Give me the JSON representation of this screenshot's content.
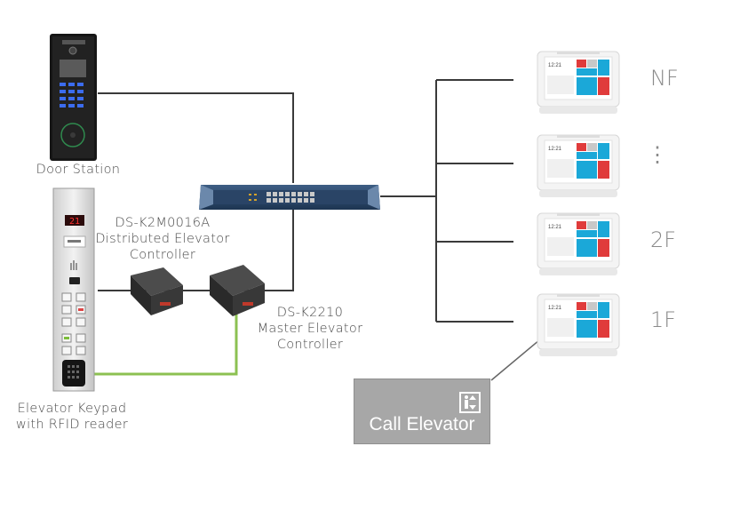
{
  "devices": {
    "door_station": "Door Station",
    "distributed_controller": [
      "DS-K2M0016A",
      "Distributed  Elevator",
      "Controller"
    ],
    "master_controller": [
      "DS-K2210",
      "Master  Elevator",
      "Controller"
    ],
    "keypad": [
      "Elevator Keypad",
      "with RFID reader"
    ]
  },
  "floors": [
    "NF",
    "⋮",
    "2F",
    "1F"
  ],
  "monitor_screen": {
    "time": "12:21",
    "floor_digits": "21"
  },
  "call_elevator": {
    "label": "Call Elevator",
    "icon": "elevator-icon"
  },
  "colors": {
    "network_line": "#3a3a3a",
    "rs485_line": "#8cc152",
    "call_box": "#a7a7a7",
    "screen_cyan": "#1ba8d8",
    "screen_red": "#e03b3b"
  }
}
